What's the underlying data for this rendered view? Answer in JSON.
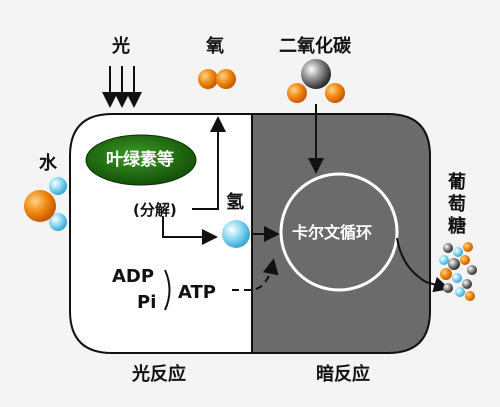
{
  "inputs": {
    "light": "光",
    "oxygen": "氧",
    "carbon_dioxide": "二氧化碳",
    "water": "水"
  },
  "light_reaction": {
    "chlorophyll": "叶绿素等",
    "decomposition": "(分解)",
    "hydrogen": "氢",
    "adp": "ADP",
    "pi": "Pi",
    "atp": "ATP"
  },
  "dark_reaction": {
    "calvin_cycle": "卡尔文循环"
  },
  "output": {
    "glucose": "葡萄糖"
  },
  "stages": {
    "light": "光反应",
    "dark": "暗反应"
  },
  "colors": {
    "background": "#f4f4f4",
    "light_panel": "#ffffff",
    "dark_panel": "#6b6b6b",
    "chlorophyll_fill": "#1f6b14",
    "water_oxygen_atom": "#f08a12",
    "hydrogen_atom": "#7fd6f0",
    "carbon_atom": "#7a7a7a"
  }
}
